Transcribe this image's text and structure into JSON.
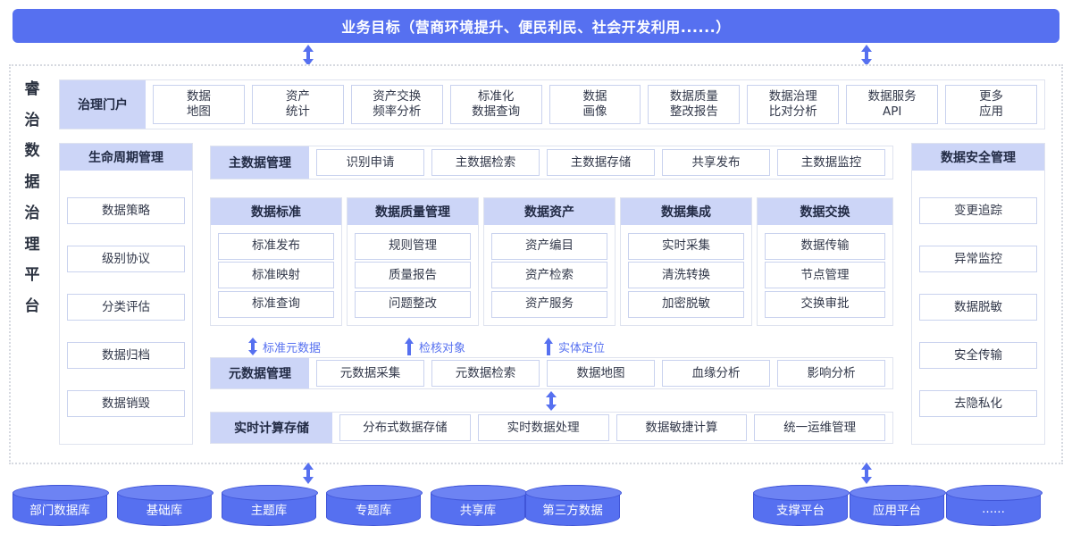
{
  "banner": {
    "title": "业务目标（营商环境提升、便民利民、社会开发利用......）"
  },
  "brand": {
    "chars": [
      "睿",
      "治",
      "数",
      "据",
      "治",
      "理",
      "平",
      "台"
    ]
  },
  "portal": {
    "label": "治理门户",
    "items": [
      "数据\n地图",
      "资产\n统计",
      "资产交换\n频率分析",
      "标准化\n数据查询",
      "数据\n画像",
      "数据质量\n整改报告",
      "数据治理\n比对分析",
      "数据服务\nAPI",
      "更多\n应用"
    ]
  },
  "lifecycle": {
    "title": "生命周期管理",
    "items": [
      "数据策略",
      "级别协议",
      "分类评估",
      "数据归档",
      "数据销毁"
    ]
  },
  "security": {
    "title": "数据安全管理",
    "items": [
      "变更追踪",
      "异常监控",
      "数据脱敏",
      "安全传输",
      "去隐私化"
    ]
  },
  "master_data": {
    "label": "主数据管理",
    "items": [
      "识别申请",
      "主数据检索",
      "主数据存储",
      "共享发布",
      "主数据监控"
    ]
  },
  "columns": [
    {
      "title": "数据标准",
      "items": [
        "标准发布",
        "标准映射",
        "标准查询"
      ]
    },
    {
      "title": "数据质量管理",
      "items": [
        "规则管理",
        "质量报告",
        "问题整改"
      ]
    },
    {
      "title": "数据资产",
      "items": [
        "资产编目",
        "资产检索",
        "资产服务"
      ]
    },
    {
      "title": "数据集成",
      "items": [
        "实时采集",
        "清洗转换",
        "加密脱敏"
      ]
    },
    {
      "title": "数据交换",
      "items": [
        "数据传输",
        "节点管理",
        "交换审批"
      ]
    }
  ],
  "annotations": [
    {
      "label": "标准元数据",
      "arrow": "double"
    },
    {
      "label": "检核对象",
      "arrow": "up"
    },
    {
      "label": "实体定位",
      "arrow": "up"
    }
  ],
  "metadata": {
    "label": "元数据管理",
    "items": [
      "元数据采集",
      "元数据检索",
      "数据地图",
      "血缘分析",
      "影响分析"
    ]
  },
  "realtime": {
    "label": "实时计算存储",
    "items": [
      "分布式数据存储",
      "实时数据处理",
      "数据敏捷计算",
      "统一运维管理"
    ]
  },
  "sources_left": [
    "部门数据库",
    "基础库",
    "主题库",
    "专题库",
    "共享库",
    "第三方数据"
  ],
  "sources_right": [
    "支撑平台",
    "应用平台",
    "......"
  ],
  "colors": {
    "accent": "#5670f0",
    "panel_head": "#ccd5f7",
    "cell_border": "#c9d2ee",
    "frame_border": "#d6d9e0",
    "text": "#32384a"
  }
}
